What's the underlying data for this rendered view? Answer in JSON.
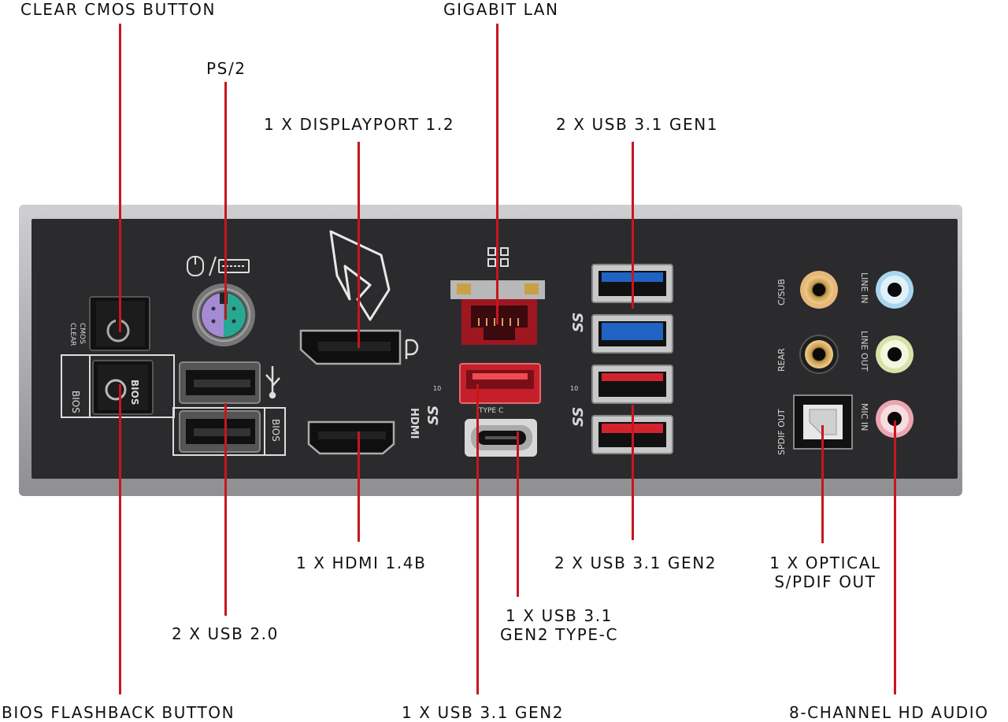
{
  "callouts": {
    "clear_cmos": "CLEAR CMOS BUTTON",
    "ps2": "PS/2",
    "displayport": "1 X DISPLAYPORT 1.2",
    "gigabit_lan": "GIGABIT LAN",
    "usb_gen1": "2 X USB 3.1 GEN1",
    "hdmi": "1 X HDMI 1.4B",
    "usb20": "2 X USB 2.0",
    "usb_type_c_line1": "1 X USB 3.1",
    "usb_type_c_line2": "GEN2 TYPE-C",
    "usb_gen2_pair": "2 X USB 3.1 GEN2",
    "optical_line1": "1 X OPTICAL",
    "optical_line2": "S/PDIF OUT",
    "bios_flashback": "BIOS FLASHBACK BUTTON",
    "usb_gen2_single": "1 X USB 3.1 GEN2",
    "hd_audio": "8-CHANNEL HD AUDIO"
  },
  "panel_text": {
    "clear_cmos_line1": "CLEAR",
    "clear_cmos_line2": "CMOS",
    "bios_left": "BIOS",
    "bios_button": "BIOS",
    "bios_usb": "BIOS",
    "hdmi": "HDMI",
    "type_c": "TYPE C",
    "ss_sup": "10",
    "ss_sup_2": "10",
    "audio_csub": "C/SUB",
    "audio_rear": "REAR",
    "audio_spdif": "SPDIF OUT",
    "audio_line_in": "LINE IN",
    "audio_line_out": "LINE OUT",
    "audio_mic_in": "MIC IN"
  },
  "colors": {
    "accent_red": "#c8161d",
    "panel_dark": "#2b2b2d",
    "frame_grey": "#a9a9ab",
    "usb_blue": "#1f63c4",
    "usb_red": "#d3232e",
    "ps2_purple": "#a58bd4",
    "ps2_green": "#27a892"
  }
}
